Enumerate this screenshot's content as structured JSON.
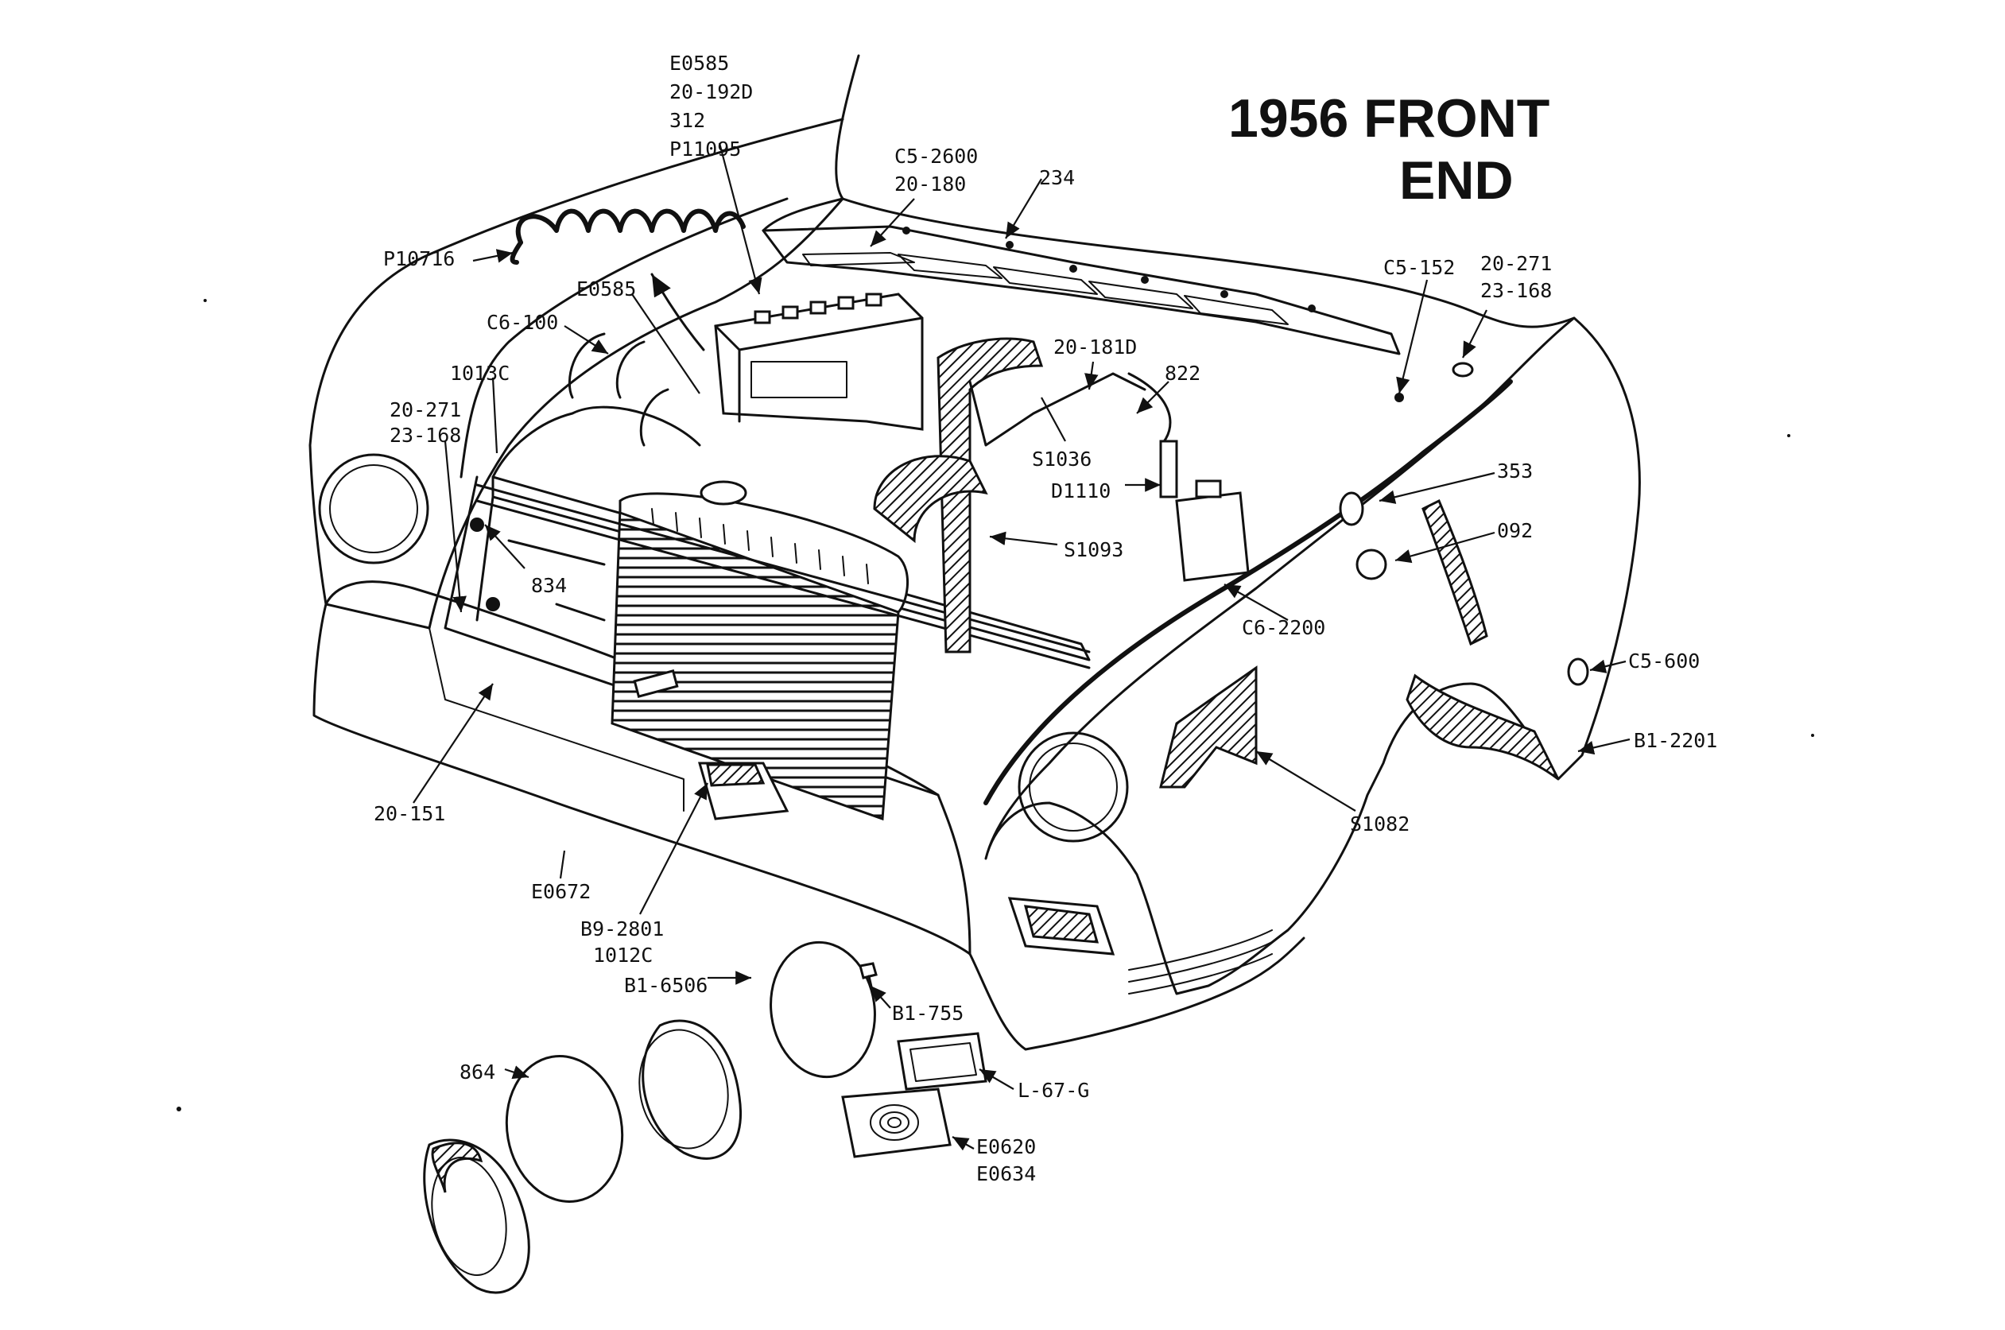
{
  "title": {
    "line1": "1956 FRONT",
    "line2": "END"
  },
  "labels": {
    "e0585_a": "E0585",
    "p20_192d": "20-192D",
    "p312": "312",
    "p11095": "P11095",
    "c5_2600": "C5-2600",
    "p20_180": "20-180",
    "p234": "234",
    "p10716": "P10716",
    "e0585_b": "E0585",
    "c6_100": "C6-100",
    "p1013c": "1013C",
    "p20_271_left": "20-271",
    "p23_168_left": "23-168",
    "p834": "834",
    "c5_152": "C5-152",
    "p20_271_right": "20-271",
    "p23_168_right": "23-168",
    "p20_181d": "20-181D",
    "p822": "822",
    "s1036": "S1036",
    "d1110": "D1110",
    "s1093": "S1093",
    "p353": "353",
    "p092": "092",
    "c6_2200": "C6-2200",
    "c5_600": "C5-600",
    "b1_2201": "B1-2201",
    "s1082": "S1082",
    "p20_151": "20-151",
    "e0672": "E0672",
    "b9_2801": "B9-2801",
    "p1012c": "1012C",
    "b1_6506": "B1-6506",
    "b1_755": "B1-755",
    "p864": "864",
    "l_67_g": "L-67-G",
    "e0620": "E0620",
    "e0634": "E0634"
  }
}
